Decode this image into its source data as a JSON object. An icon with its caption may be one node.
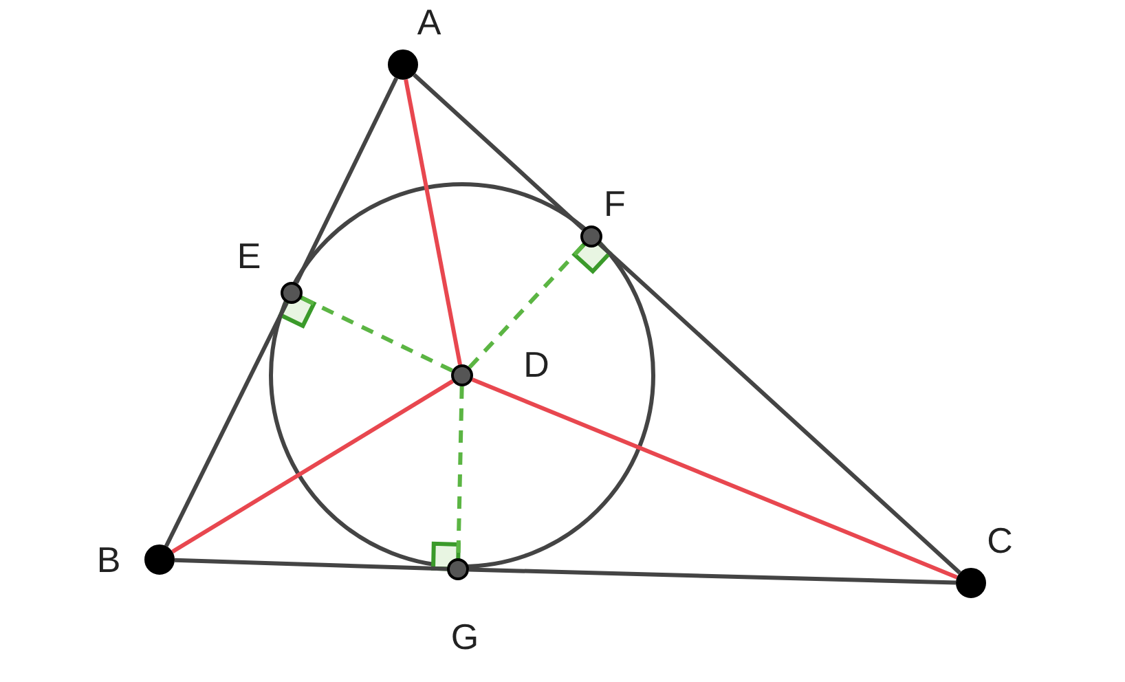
{
  "diagram": {
    "nodes": [
      {
        "text": [],
        "shape": "circle",
        "beside": [
          "A"
        ]
      },
      {
        "text": [],
        "shape": "circle",
        "beside": [
          "B"
        ]
      },
      {
        "text": [],
        "shape": "circle",
        "beside": [
          "C"
        ]
      },
      {
        "text": [],
        "shape": "circle",
        "beside": [
          "D"
        ]
      },
      {
        "text": [],
        "shape": "circle",
        "beside": [
          "E"
        ]
      },
      {
        "text": [],
        "shape": "circle",
        "beside": [
          "F"
        ]
      },
      {
        "text": [],
        "shape": "circle",
        "beside": [
          "G"
        ]
      }
    ],
    "edges": [
      {
        "from": 0,
        "to": 4,
        "arrow": "none"
      },
      {
        "from": 4,
        "to": 1,
        "arrow": "none"
      },
      {
        "from": 1,
        "to": 6,
        "arrow": "none"
      },
      {
        "from": 6,
        "to": 2,
        "arrow": "none"
      },
      {
        "from": 2,
        "to": 5,
        "arrow": "none"
      },
      {
        "from": 5,
        "to": 0,
        "arrow": "none"
      },
      {
        "from": 0,
        "to": 3,
        "arrow": "none",
        "color": "#e8474f"
      },
      {
        "from": 1,
        "to": 3,
        "arrow": "none",
        "color": "#e8474f"
      },
      {
        "from": 2,
        "to": 3,
        "arrow": "none",
        "color": "#e8474f"
      },
      {
        "from": 3,
        "to": 4,
        "arrow": "none",
        "style": "dashed",
        "color": "#5bb543"
      },
      {
        "from": 3,
        "to": 5,
        "arrow": "none",
        "style": "dashed",
        "color": "#5bb543"
      },
      {
        "from": 3,
        "to": 6,
        "arrow": "none",
        "style": "dashed",
        "color": "#5bb543"
      }
    ]
  }
}
